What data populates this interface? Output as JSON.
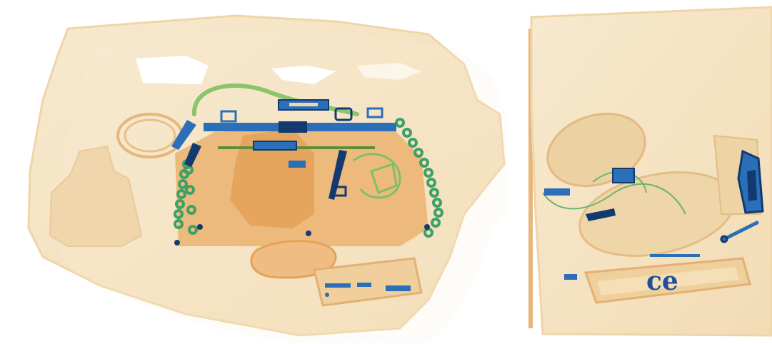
{
  "image": {
    "kind": "x-ray baggage scan",
    "palette": {
      "background": "#ffffff",
      "organic_light": "#f6e6c8",
      "organic_mid": "#efc890",
      "organic_dense": "#e7a45c",
      "inorganic_green": "#7fbf6a",
      "metal_blue": "#2a6fb8",
      "metal_dark": "#123a70"
    }
  },
  "items": {
    "left_bag": "left-bag",
    "right_bag": "right-bag"
  },
  "logo_text": "ce"
}
